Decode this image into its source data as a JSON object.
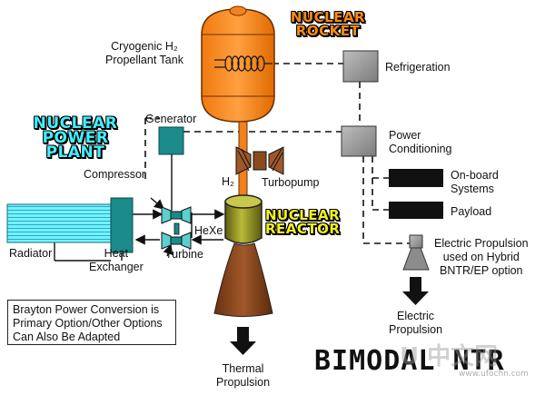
{
  "titles": {
    "nuclear_rocket": "NUCLEAR\nROCKET",
    "nuclear_power_plant": "NUCLEAR\nPOWER\nPLANT",
    "nuclear_reactor": "NUCLEAR\nREACTOR"
  },
  "labels": {
    "propellant_tank": "Cryogenic H₂\nPropellant Tank",
    "refrigeration": "Refrigeration",
    "generator": "Generator",
    "power_conditioning": "Power\nConditioning",
    "compressor": "Compressor",
    "h2": "H₂",
    "turbopump": "Turbopump",
    "onboard_systems": "On-board\nSystems",
    "payload": "Payload",
    "hexe": "HeXe",
    "turbine": "Turbine",
    "radiator": "Radiator",
    "heat_exchanger": "Heat\nExchanger",
    "electric_propulsion_hybrid": "Electric Propulsion\nused on Hybrid\nBNTR/EP option",
    "electric_propulsion": "Electric\nPropulsion",
    "thermal_propulsion": "Thermal\nPropulsion"
  },
  "note": "Brayton Power Conversion is\nPrimary Option/Other Options\nCan Also Be Adapted",
  "logo": "BIMODAL NTR",
  "watermark": {
    "main": "U 中文网",
    "url": "www.ufochn.com"
  },
  "colors": {
    "tank_orange": "#f58220",
    "reactor_olive": "#8a8a1a",
    "nozzle_brown": "#8a4a1f",
    "component_teal": "#1a8a8a",
    "radiator_cyan": "#5fe8ff",
    "box_gray": "#9a9a9a",
    "block_black": "#111111"
  }
}
